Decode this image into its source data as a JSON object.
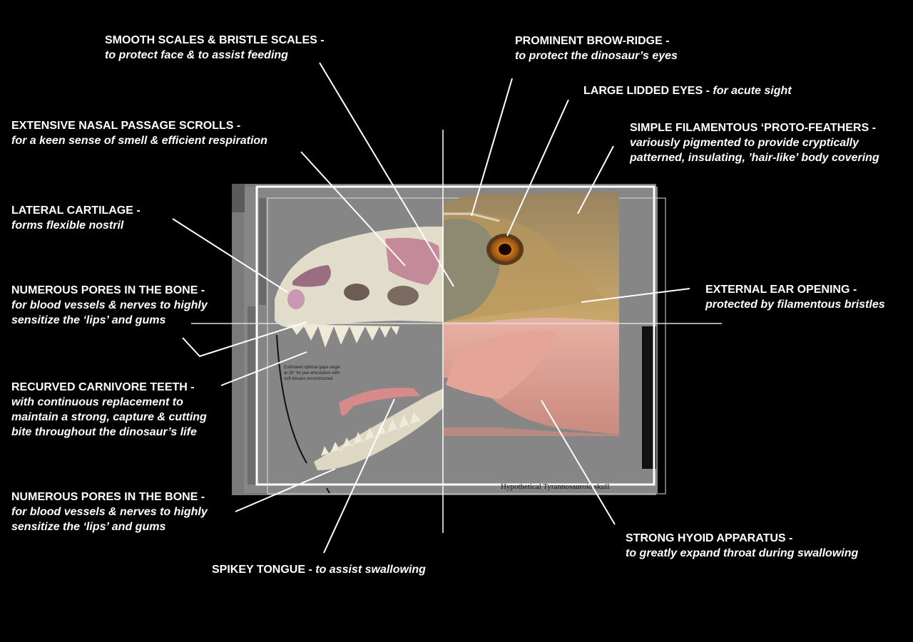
{
  "labels": {
    "smooth_scales": {
      "head": "SMOOTH SCALES & BRISTLE SCALES -",
      "desc": "to protect face & to assist feeding"
    },
    "brow_ridge": {
      "head": "PROMINENT BROW-RIDGE -",
      "desc": "to protect the dinosaur’s eyes"
    },
    "lidded_eyes": {
      "head": "LARGE LIDDED EYES -",
      "desc": "for acute sight"
    },
    "nasal_scrolls": {
      "head": "EXTENSIVE NASAL PASSAGE SCROLLS -",
      "desc": "for a keen sense of smell & efficient respiration"
    },
    "proto_feathers": {
      "head": "SIMPLE FILAMENTOUS ‘PROTO-FEATHERS -",
      "desc1": "variously pigmented to provide cryptically",
      "desc2": "patterned, insulating, ’hair-like’ body covering"
    },
    "lateral_cartilage": {
      "head": "LATERAL CARTILAGE -",
      "desc": "forms flexible nostril"
    },
    "pores_upper": {
      "head": "NUMEROUS PORES IN THE BONE -",
      "desc1": "for blood vessels & nerves to highly",
      "desc2": "sensitize the ‘lips’ and gums"
    },
    "ear_opening": {
      "head": "EXTERNAL EAR OPENING -",
      "desc": "protected by filamentous bristles"
    },
    "teeth": {
      "head": "RECURVED CARNIVORE TEETH -",
      "desc1": "with continuous replacement to",
      "desc2": "maintain a strong, capture & cutting",
      "desc3": "bite throughout the dinosaur’s life"
    },
    "pores_lower": {
      "head": "NUMEROUS PORES IN THE BONE -",
      "desc1": "for blood vessels & nerves to highly",
      "desc2": "sensitize the ‘lips’ and gums"
    },
    "hyoid": {
      "head": "STRONG HYOID APPARATUS -",
      "desc": "to greatly expand throat during swallowing"
    },
    "tongue": {
      "head": "SPIKEY TONGUE -",
      "desc": "to assist swallowing"
    }
  },
  "figure": {
    "gape_note1": "Estimated optimal gape angle",
    "gape_note2": "at 28° for jaw articulation with",
    "gape_note3": "soft-tissues reconstructed.",
    "caption": "Hypothetical Tyrannosauroid skull"
  },
  "colors": {
    "background": "#000000",
    "text": "#ffffff",
    "panel": "#808080",
    "leader": "#ffffff"
  }
}
